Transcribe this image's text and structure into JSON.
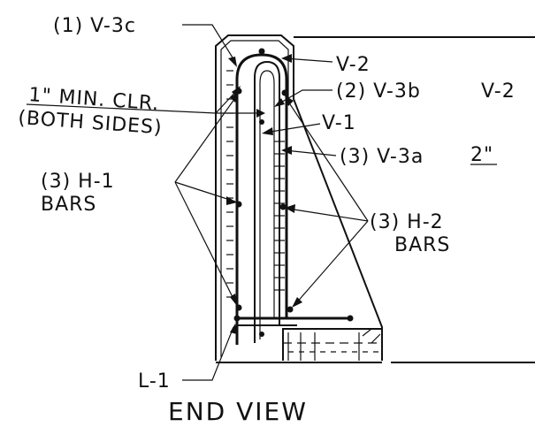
{
  "labels": {
    "v3c": "(1) V-3c",
    "v2": "V-2",
    "v3b": "(2) V-3b",
    "v2_right": "V-2",
    "min_clr_line1": "1\" MIN. CLR.",
    "min_clr_line2": "(BOTH SIDES)",
    "v1": "V-1",
    "v3a": "(3) V-3a",
    "two_inch": "2\"",
    "h1_line1": "(3) H-1",
    "h1_line2": "BARS",
    "h2_line1": "(3) H-2",
    "h2_line2": "BARS",
    "l1": "L-1",
    "title": "END VIEW"
  }
}
